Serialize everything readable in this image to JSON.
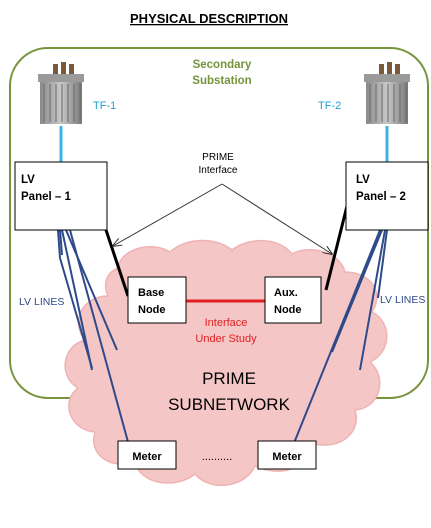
{
  "title": "PHYSICAL DESCRIPTION",
  "substation_label": [
    "Secondary",
    "Substation"
  ],
  "transformers": {
    "left": "TF-1",
    "right": "TF-2"
  },
  "panels": {
    "left": [
      "LV",
      "Panel – 1"
    ],
    "right": [
      "LV",
      "Panel – 2"
    ]
  },
  "prime_interface": [
    "PRIME",
    "Interface"
  ],
  "nodes": {
    "base": [
      "Base",
      "Node"
    ],
    "aux": [
      "Aux.",
      "Node"
    ]
  },
  "interface_under_study": [
    "Interface",
    "Under Study"
  ],
  "subnetwork_label": [
    "PRIME",
    "SUBNETWORK"
  ],
  "lv_lines": {
    "left": "LV LINES",
    "right": "LV LINES"
  },
  "meters": {
    "left": "Meter",
    "right": "Meter",
    "ellipsis": ".........."
  },
  "colors": {
    "substation_border": "#77933c",
    "substation_text": "#77933c",
    "transformer_label": "#1fa0d8",
    "transformer_link": "#3cb4e0",
    "lv_lines": "#2e4a8a",
    "cloud_fill": "#f5c6c6",
    "cloud_stroke": "#f0b3b3",
    "interface_line": "#e02020",
    "interface_text": "#e02020"
  }
}
